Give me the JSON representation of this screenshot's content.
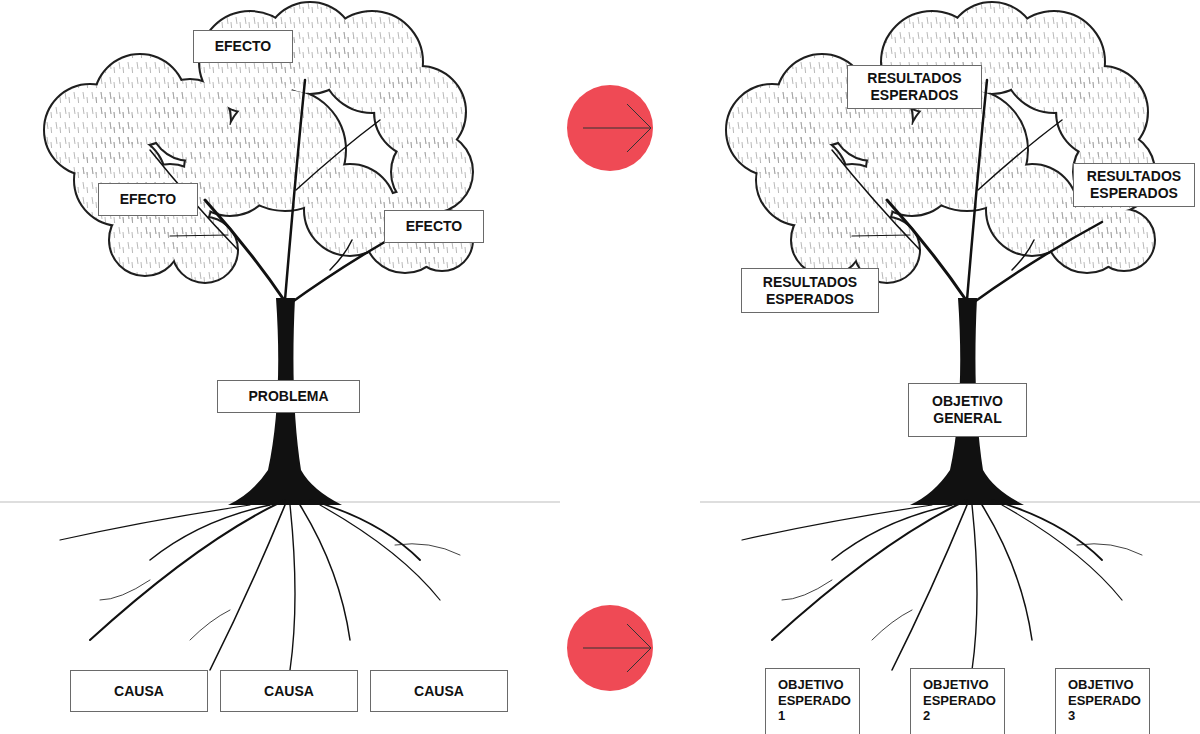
{
  "diagram": {
    "nodes": [
      {
        "text": [
          "EFECTO"
        ]
      },
      {
        "text": [
          "EFECTO"
        ]
      },
      {
        "text": [
          "EFECTO"
        ]
      },
      {
        "text": [
          "PROBLEMA"
        ]
      },
      {
        "text": [
          "CAUSA"
        ]
      },
      {
        "text": [
          "CAUSA"
        ]
      },
      {
        "text": [
          "CAUSA"
        ]
      },
      {
        "text": [
          "RESULTADOS ESPERADOS"
        ]
      },
      {
        "text": [
          "RESULTADOS ESPERADOS"
        ]
      },
      {
        "text": [
          "RESULTADOS ESPERADOS"
        ]
      },
      {
        "text": [
          "OBJETIVO GENERAL"
        ]
      },
      {
        "text": [
          "OBJETIVO ESPERADO 1"
        ]
      },
      {
        "text": [
          "OBJETIVO ESPERADO 2"
        ]
      },
      {
        "text": [
          "OBJETIVO ESPERADO 3"
        ]
      }
    ]
  }
}
